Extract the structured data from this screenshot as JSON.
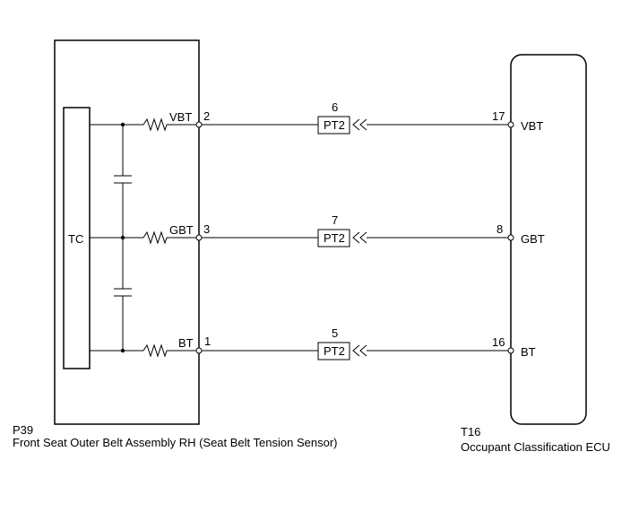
{
  "sensor": {
    "code": "P39",
    "name": "Front Seat Outer Belt Assembly RH (Seat Belt Tension Sensor)",
    "inner_label": "TC"
  },
  "ecu": {
    "code": "T16",
    "name": "Occupant Classification ECU"
  },
  "circuits": [
    {
      "signal_left": "VBT",
      "pin_left": "2",
      "connector_pin": "6",
      "connector": "PT2",
      "pin_right": "17",
      "signal_right": "VBT"
    },
    {
      "signal_left": "GBT",
      "pin_left": "3",
      "connector_pin": "7",
      "connector": "PT2",
      "pin_right": "8",
      "signal_right": "GBT"
    },
    {
      "signal_left": "BT",
      "pin_left": "1",
      "connector_pin": "5",
      "connector": "PT2",
      "pin_right": "16",
      "signal_right": "BT"
    }
  ]
}
